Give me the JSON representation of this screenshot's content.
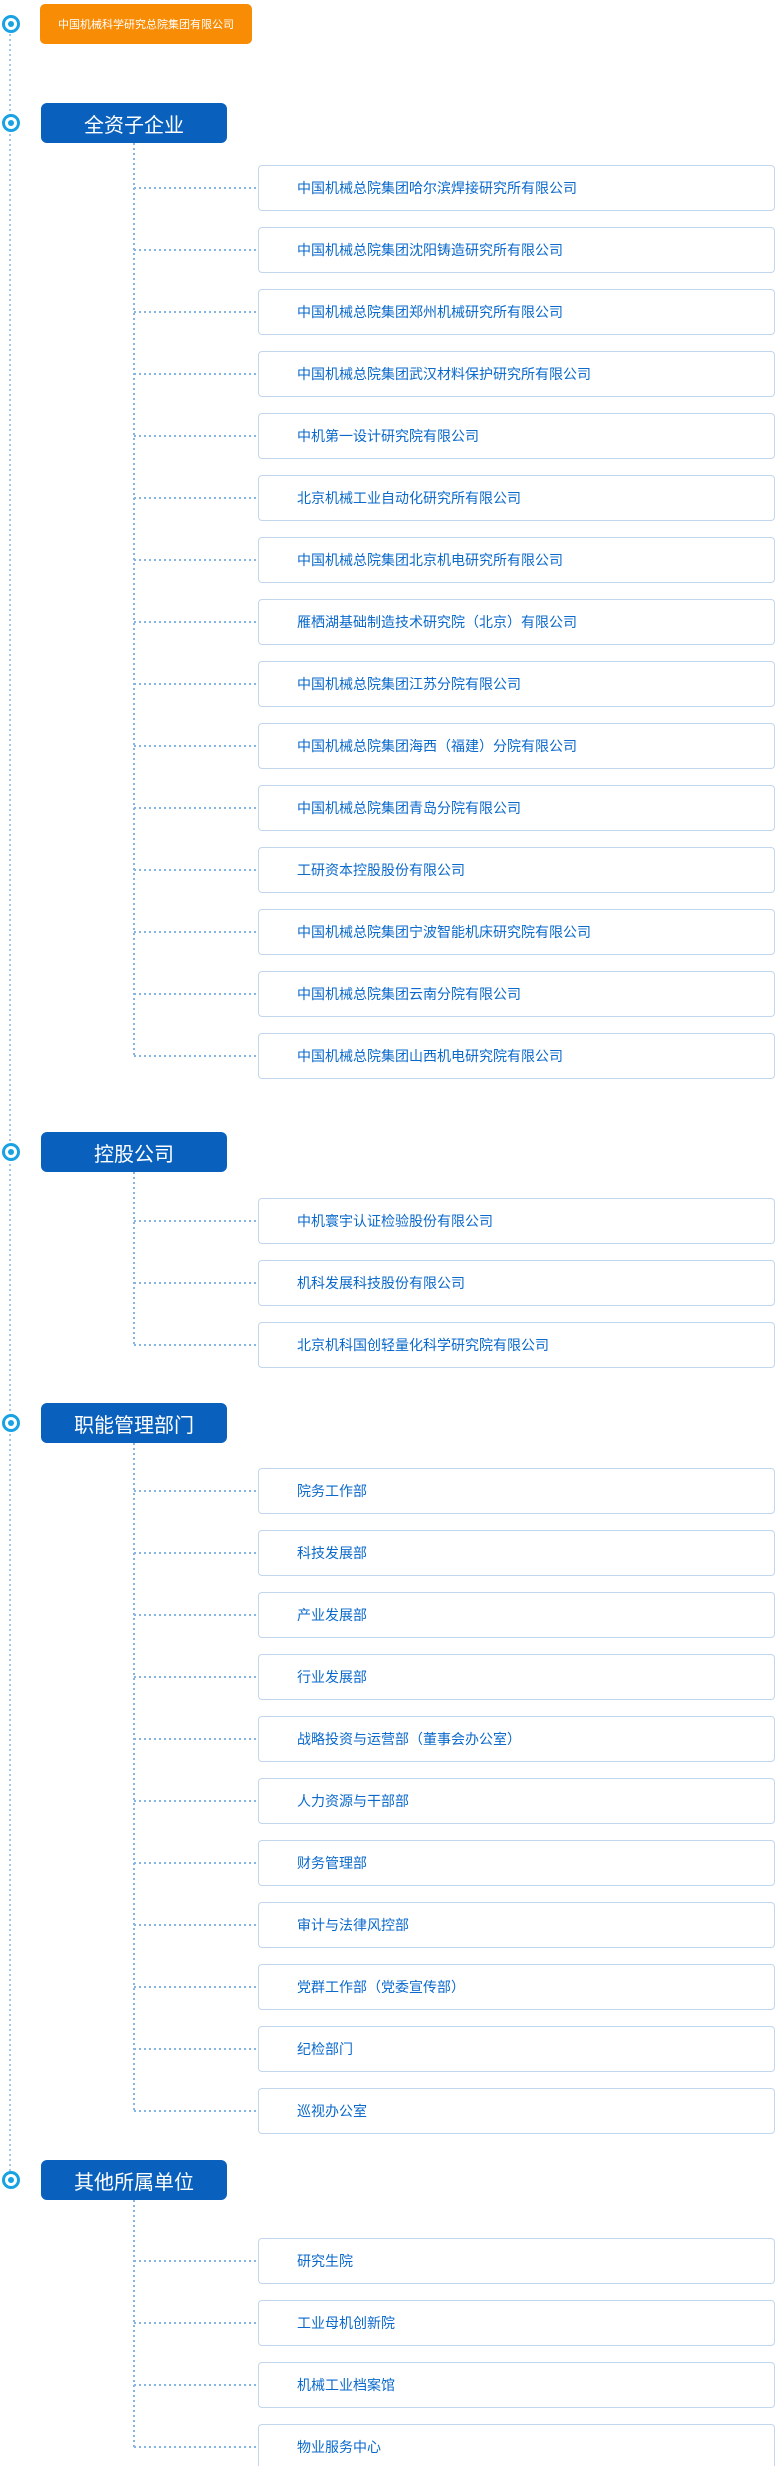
{
  "root": {
    "title": "中国机械科学研究总院集团有限公司"
  },
  "colors": {
    "root_bg": "#F98C05",
    "section_header_bg": "#0961BD",
    "item_text": "#0A69CB",
    "item_border": "#C2D7EE",
    "marker_blue": "#18A2E3",
    "connector_dots": "#85B5E3"
  },
  "icons": {
    "section_marker": "radio-ring-icon",
    "connector_style": "dotted-line"
  },
  "sections": [
    {
      "title": "全资子企业",
      "items": [
        "中国机械总院集团哈尔滨焊接研究所有限公司",
        "中国机械总院集团沈阳铸造研究所有限公司",
        "中国机械总院集团郑州机械研究所有限公司",
        "中国机械总院集团武汉材料保护研究所有限公司",
        "中机第一设计研究院有限公司",
        "北京机械工业自动化研究所有限公司",
        "中国机械总院集团北京机电研究所有限公司",
        "雁栖湖基础制造技术研究院（北京）有限公司",
        "中国机械总院集团江苏分院有限公司",
        "中国机械总院集团海西（福建）分院有限公司",
        "中国机械总院集团青岛分院有限公司",
        "工研资本控股股份有限公司",
        "中国机械总院集团宁波智能机床研究院有限公司",
        "中国机械总院集团云南分院有限公司",
        "中国机械总院集团山西机电研究院有限公司"
      ]
    },
    {
      "title": "控股公司",
      "items": [
        "中机寰宇认证检验股份有限公司",
        "机科发展科技股份有限公司",
        "北京机科国创轻量化科学研究院有限公司"
      ]
    },
    {
      "title": "职能管理部门",
      "items": [
        "院务工作部",
        "科技发展部",
        "产业发展部",
        "行业发展部",
        "战略投资与运营部（董事会办公室）",
        "人力资源与干部部",
        "财务管理部",
        "审计与法律风控部",
        "党群工作部（党委宣传部）",
        "纪检部门",
        "巡视办公室"
      ]
    },
    {
      "title": "其他所属单位",
      "items": [
        "研究生院",
        "工业母机创新院",
        "机械工业档案馆",
        "物业服务中心"
      ]
    }
  ]
}
